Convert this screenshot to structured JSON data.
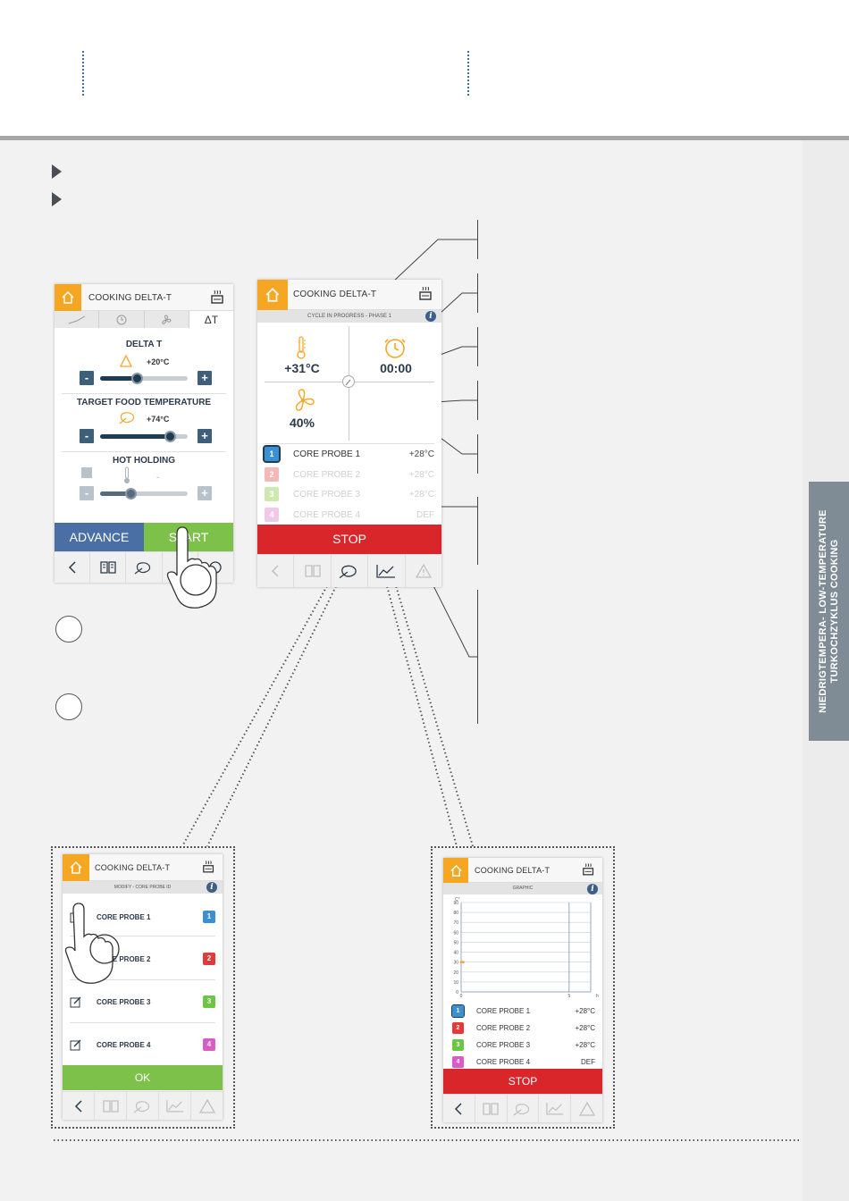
{
  "side_tab": {
    "line1": "NIEDRIGTEMPERA-  LOW-TEMPERATURE",
    "line2": "TURKOCHZYKLUS        COOKING"
  },
  "screen_a": {
    "title": "COOKING DELTA-T",
    "tabs": [
      "",
      "",
      "",
      "ΔT"
    ],
    "delta_t": {
      "label": "DELTA T",
      "value": "+20°C",
      "level": 0.42
    },
    "target": {
      "label": "TARGET  FOOD TEMPERATURE",
      "value": "+74°C",
      "level": 0.8
    },
    "hot_holding": {
      "label": "HOT HOLDING",
      "value": "-",
      "level": 0.35
    },
    "minus": "-",
    "plus": "+",
    "advance": "ADVANCE",
    "start": "START"
  },
  "screen_b": {
    "title": "COOKING DELTA-T",
    "subtitle": "CYCLE IN PROGRESS - PHASE 1",
    "info": "i",
    "temperature": "+31°C",
    "time": "00:00",
    "fan": "40%",
    "probes": [
      {
        "num": "1",
        "name": "CORE PROBE 1",
        "value": "+28°C",
        "color": "#3b8fd4"
      },
      {
        "num": "2",
        "name": "CORE PROBE 2",
        "value": "+28°C",
        "color": "#f4b8b8"
      },
      {
        "num": "3",
        "name": "CORE PROBE 3",
        "value": "+28°C",
        "color": "#cfe8b0"
      },
      {
        "num": "4",
        "name": "CORE PROBE 4",
        "value": "DEF",
        "color": "#f0c8ea"
      }
    ],
    "stop": "STOP"
  },
  "screen_c": {
    "title": "COOKING DELTA-T",
    "subtitle": "MODIFY - CORE PROBE ID",
    "info": "i",
    "probes": [
      {
        "num": "1",
        "name": "CORE PROBE 1",
        "color": "#3b8fd4"
      },
      {
        "num": "2",
        "name": "CORE PROBE 2",
        "color": "#e03a3a"
      },
      {
        "num": "3",
        "name": "CORE PROBE 3",
        "color": "#6cc644"
      },
      {
        "num": "4",
        "name": "CORE PROBE 4",
        "color": "#d95cc6"
      }
    ],
    "ok": "OK"
  },
  "screen_d": {
    "title": "COOKING DELTA-T",
    "subtitle": "GRAPHIC",
    "info": "i",
    "probes": [
      {
        "num": "1",
        "name": "CORE PROBE 1",
        "value": "+28°C",
        "color": "#3b8fd4"
      },
      {
        "num": "2",
        "name": "CORE PROBE 2",
        "value": "+28°C",
        "color": "#e03a3a"
      },
      {
        "num": "3",
        "name": "CORE PROBE 3",
        "value": "+28°C",
        "color": "#6cc644"
      },
      {
        "num": "4",
        "name": "CORE PROBE 4",
        "value": "DEF",
        "color": "#d95cc6"
      }
    ],
    "stop": "STOP"
  },
  "chart_data": {
    "type": "line",
    "yunit": "C°",
    "xunit": "h",
    "ylim": [
      0,
      90
    ],
    "yticks": [
      0,
      10,
      20,
      30,
      40,
      50,
      60,
      70,
      80,
      90
    ],
    "xlim": [
      0,
      6
    ],
    "xticks": [
      0,
      5
    ],
    "grid": true,
    "series": [
      {
        "color": "#3b8fd4",
        "x": [
          0,
          0.1
        ],
        "y": [
          30,
          30
        ]
      },
      {
        "color": "#f5a623",
        "x": [
          0,
          0.1
        ],
        "y": [
          30,
          30
        ]
      }
    ]
  }
}
